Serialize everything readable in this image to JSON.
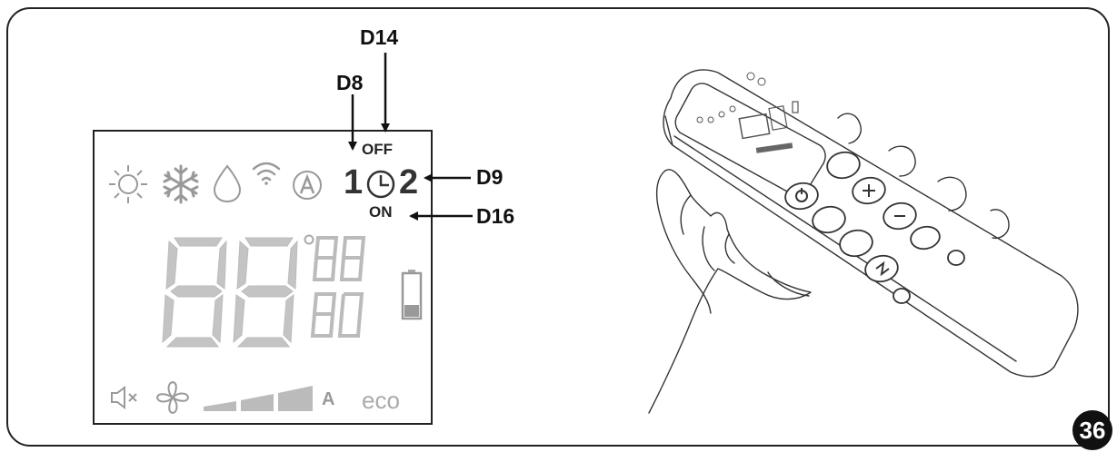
{
  "labels": {
    "d14": "D14",
    "d8": "D8",
    "d9": "D9",
    "d16": "D16"
  },
  "display": {
    "timer_off": "OFF",
    "timer_on": "ON",
    "timer_1": "1",
    "timer_2": "2",
    "auto_fan": "A",
    "eco": "eco"
  },
  "figure_number": "36",
  "icons": [
    "sun-icon",
    "snowflake-icon",
    "droplet-icon",
    "wifi-icon",
    "auto-mode-icon",
    "clock-icon",
    "mute-icon",
    "fan-icon",
    "fan-speed-bars-icon",
    "battery-icon"
  ]
}
